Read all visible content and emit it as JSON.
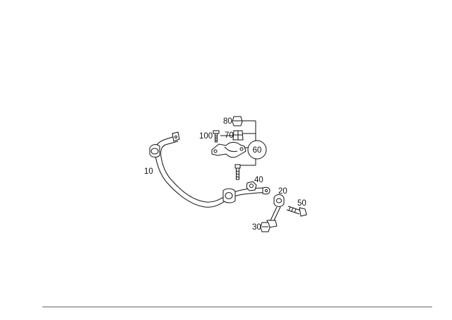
{
  "labels": {
    "p10": "10",
    "p20": "20",
    "p30": "30",
    "p40": "40",
    "p50": "50",
    "p60": "60",
    "p70": "70",
    "p80": "80",
    "p100": "100"
  }
}
